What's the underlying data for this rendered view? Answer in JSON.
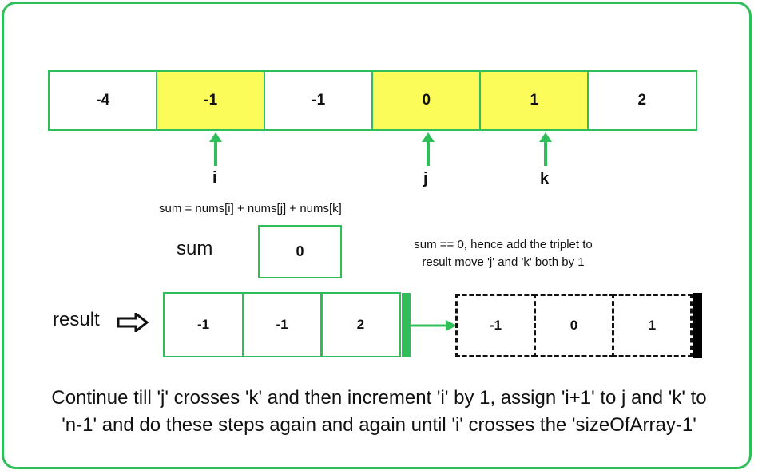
{
  "array": {
    "cells": [
      {
        "value": "-4",
        "highlight": false
      },
      {
        "value": "-1",
        "highlight": true
      },
      {
        "value": "-1",
        "highlight": false
      },
      {
        "value": "0",
        "highlight": true
      },
      {
        "value": "1",
        "highlight": true
      },
      {
        "value": "2",
        "highlight": false
      }
    ],
    "border_color": "#2fbe5a",
    "highlight_color": "#fbfb5a"
  },
  "pointers": [
    {
      "label": "i",
      "index": 1
    },
    {
      "label": "j",
      "index": 3
    },
    {
      "label": "k",
      "index": 4
    }
  ],
  "formula": "sum = nums[i] + nums[j] + nums[k]",
  "sum": {
    "label": "sum",
    "value": "0"
  },
  "note": {
    "line1": "sum == 0,  hence add the triplet to",
    "line2": "result move 'j' and 'k' both by 1"
  },
  "result": {
    "label": "result",
    "first": [
      "-1",
      "-1",
      "2"
    ],
    "second": [
      "-1",
      "0",
      "1"
    ]
  },
  "caption": {
    "line1": "Continue till 'j' crosses 'k' and then increment 'i' by 1, assign 'i+1' to j  and 'k' to",
    "line2": "'n-1' and do these steps again and again until 'i' crosses the 'sizeOfArray-1'"
  }
}
